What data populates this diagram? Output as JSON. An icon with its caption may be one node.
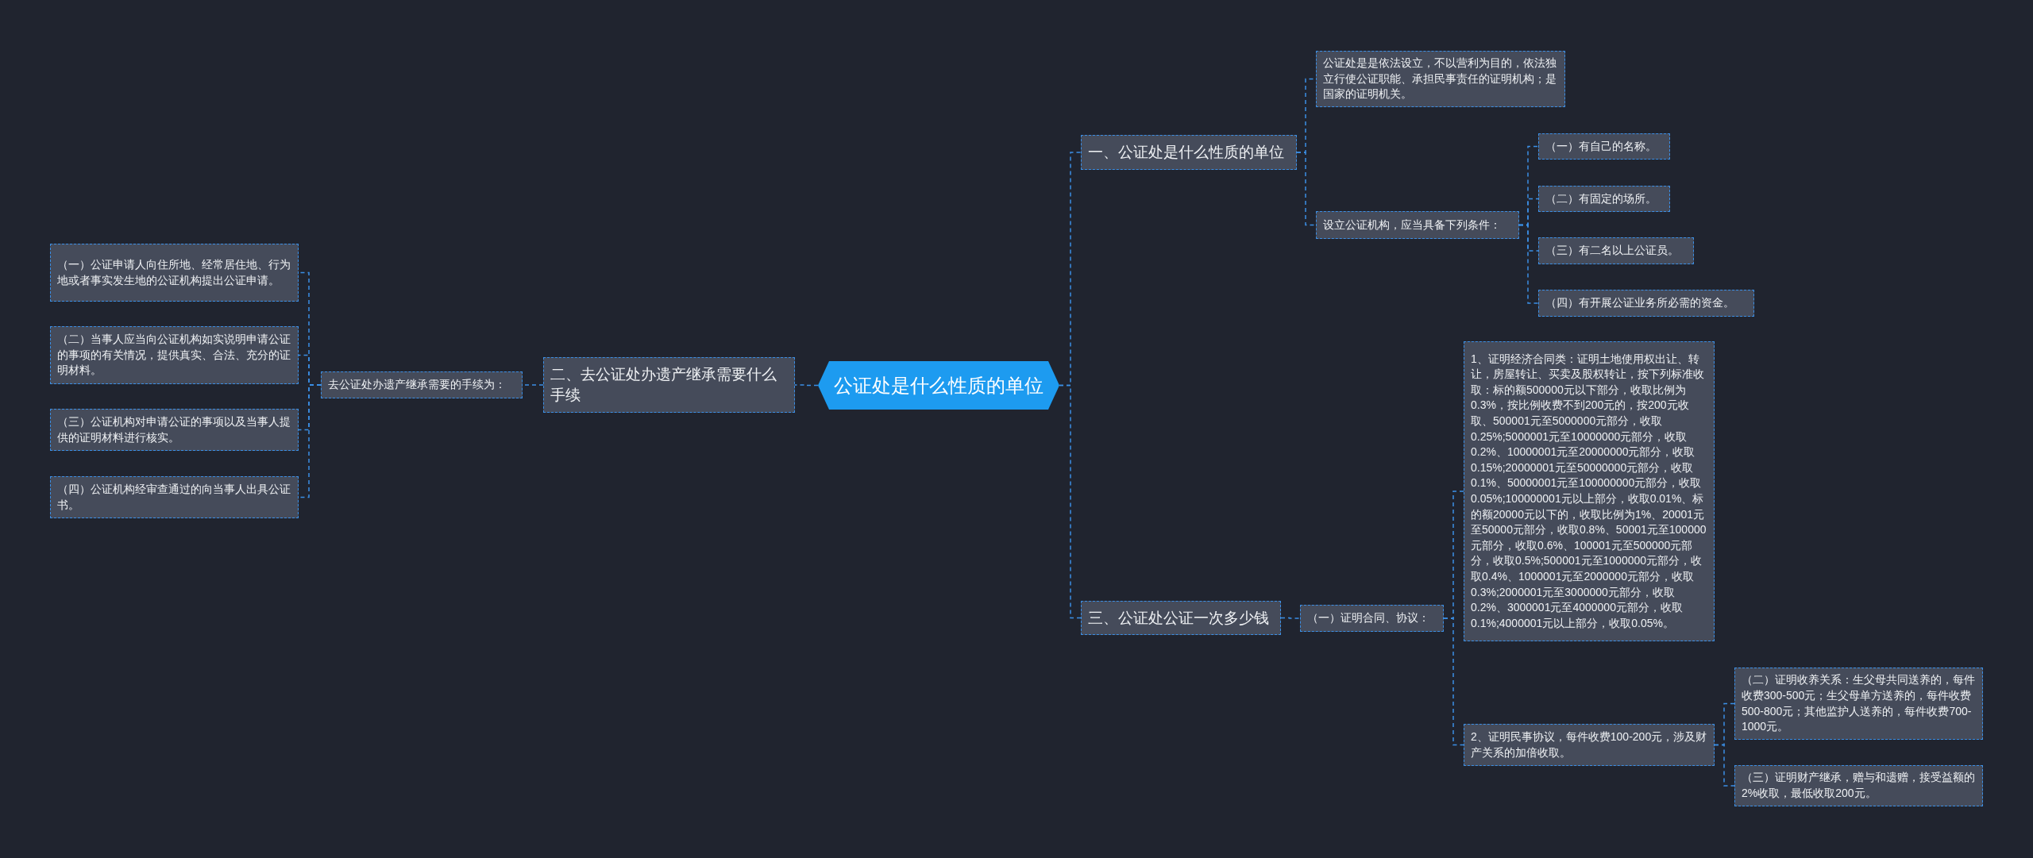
{
  "diagram": {
    "nodes": [
      {
        "text": [
          "公证处是什么性质的单位"
        ]
      },
      {
        "text": [
          "一、公证处是什么性质的单位"
        ]
      },
      {
        "text": [
          "公证处是是依法设立，不以营利为目的，依法独立行使公证职能、承担民事责任的证明机构；是国家的证明机关。"
        ]
      },
      {
        "text": [
          "设立公证机构，应当具备下列条件："
        ]
      },
      {
        "text": [
          "（一）有自己的名称。"
        ]
      },
      {
        "text": [
          "（二）有固定的场所。"
        ]
      },
      {
        "text": [
          "（三）有二名以上公证员。"
        ]
      },
      {
        "text": [
          "（四）有开展公证业务所必需的资金。"
        ]
      },
      {
        "text": [
          "二、去公证处办遗产继承需要什么手续"
        ]
      },
      {
        "text": [
          "去公证处办遗产继承需要的手续为："
        ]
      },
      {
        "text": [
          "（一）公证申请人向住所地、经常居住地、行为地或者事实发生地的公证机构提出公证申请。"
        ]
      },
      {
        "text": [
          "（二）当事人应当向公证机构如实说明申请公证的事项的有关情况，提供真实、合法、充分的证明材料。"
        ]
      },
      {
        "text": [
          "（三）公证机构对申请公证的事项以及当事人提供的证明材料进行核实。"
        ]
      },
      {
        "text": [
          "（四）公证机构经审查通过的向当事人出具公证书。"
        ]
      },
      {
        "text": [
          "三、公证处公证一次多少钱"
        ]
      },
      {
        "text": [
          "（一）证明合同、协议："
        ]
      },
      {
        "text": [
          "1、证明经济合同类：证明土地使用权出让、转让，房屋转让、买卖及股权转让，按下列标准收取：标的额500000元以下部分，收取比例为0.3%，按比例收费不到200元的，按200元收取、500001元至5000000元部分，收取0.25%;5000001元至10000000元部分，收取0.2%、10000001元至20000000元部分，收取0.15%;20000001元至50000000元部分，收取0.1%、50000001元至100000000元部分，收取0.05%;100000001元以上部分，收取0.01%、标的额20000元以下的，收取比例为1%、20001元至50000元部分，收取0.8%、50001元至100000元部分，收取0.6%、100001元至500000元部分，收取0.5%;500001元至1000000元部分，收取0.4%、1000001元至2000000元部分，收取0.3%;2000001元至3000000元部分，收取0.2%、3000001元至4000000元部分，收取0.1%;4000001元以上部分，收取0.05%。"
        ]
      },
      {
        "text": [
          "2、证明民事协议，每件收费100-200元，涉及财产关系的加倍收取。"
        ]
      },
      {
        "text": [
          "（二）证明收养关系：生父母共同送养的，每件收费300-500元；生父母单方送养的，每件收费500-800元；其他监护人送养的，每件收费700-1000元。"
        ]
      },
      {
        "text": [
          "（三）证明财产继承，赠与和遗赠，接受益额的2%收取，最低收取200元。"
        ]
      }
    ],
    "edges": [
      {
        "from": 0,
        "to": 1,
        "arrow": "none"
      },
      {
        "from": 1,
        "to": 2,
        "arrow": "none"
      },
      {
        "from": 1,
        "to": 3,
        "arrow": "none"
      },
      {
        "from": 3,
        "to": 4,
        "arrow": "none"
      },
      {
        "from": 3,
        "to": 5,
        "arrow": "none"
      },
      {
        "from": 3,
        "to": 6,
        "arrow": "none"
      },
      {
        "from": 3,
        "to": 7,
        "arrow": "none"
      },
      {
        "from": 0,
        "to": 8,
        "arrow": "none"
      },
      {
        "from": 8,
        "to": 9,
        "arrow": "none"
      },
      {
        "from": 9,
        "to": 10,
        "arrow": "none"
      },
      {
        "from": 9,
        "to": 11,
        "arrow": "none"
      },
      {
        "from": 9,
        "to": 12,
        "arrow": "none"
      },
      {
        "from": 9,
        "to": 13,
        "arrow": "none"
      },
      {
        "from": 0,
        "to": 14,
        "arrow": "none"
      },
      {
        "from": 14,
        "to": 15,
        "arrow": "none"
      },
      {
        "from": 15,
        "to": 16,
        "arrow": "none"
      },
      {
        "from": 15,
        "to": 17,
        "arrow": "none"
      },
      {
        "from": 17,
        "to": 18,
        "arrow": "none"
      },
      {
        "from": 17,
        "to": 19,
        "arrow": "none"
      }
    ]
  }
}
